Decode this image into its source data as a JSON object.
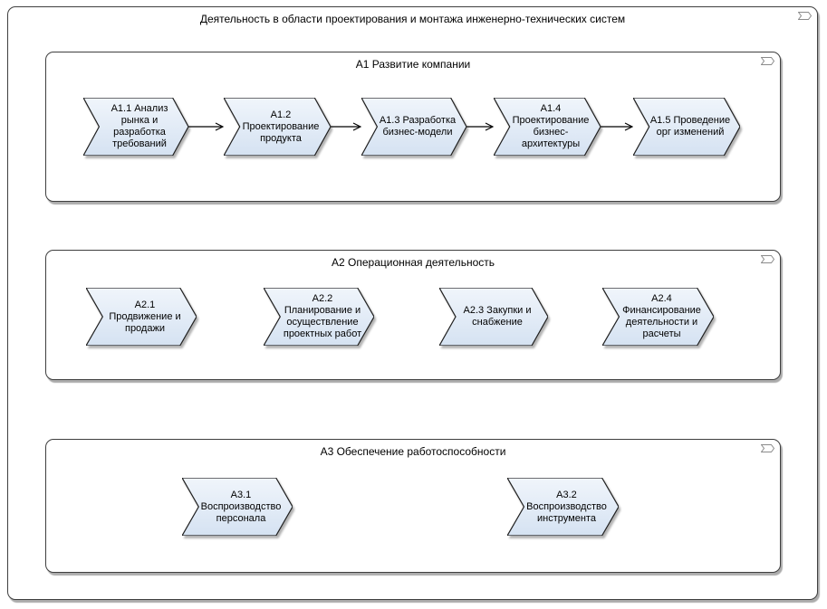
{
  "diagram_title": "Деятельность в области проектирования и монтажа инженерно-технических систем",
  "groups": [
    {
      "title": "А1 Развитие компании",
      "shapes": [
        {
          "label": "А1.1 Анализ\nрынка и\nразработка\nтребований"
        },
        {
          "label": "А1.2\nПроектирование\nпродукта"
        },
        {
          "label": "А1.3 Разработка\nбизнес-модели"
        },
        {
          "label": "А1.4\nПроектирование\nбизнес-\nархитектуры"
        },
        {
          "label": "А1.5 Проведение\nорг изменений"
        }
      ]
    },
    {
      "title": "А2 Операционная деятельность",
      "shapes": [
        {
          "label": "А2.1\nПродвижение и\nпродажи"
        },
        {
          "label": "А2.2\nПланирование и\nосуществление\nпроектных работ"
        },
        {
          "label": "А2.3 Закупки и\nснабжение"
        },
        {
          "label": "А2.4\nФинансирование\nдеятельности и\nрасчеты"
        }
      ]
    },
    {
      "title": "А3 Обеспечение работоспособности",
      "shapes": [
        {
          "label": "А3.1\nВоспроизводство\nперсонала"
        },
        {
          "label": "А3.2\nВоспроизводство\nинструмента"
        }
      ]
    }
  ],
  "colors": {
    "shape_fill_top": "#f0f5fb",
    "shape_fill_bottom": "#d5e2f2",
    "shape_border": "#1f1f1f",
    "container_border": "#3f3f3f",
    "marker_stroke": "#8a8a8a"
  }
}
